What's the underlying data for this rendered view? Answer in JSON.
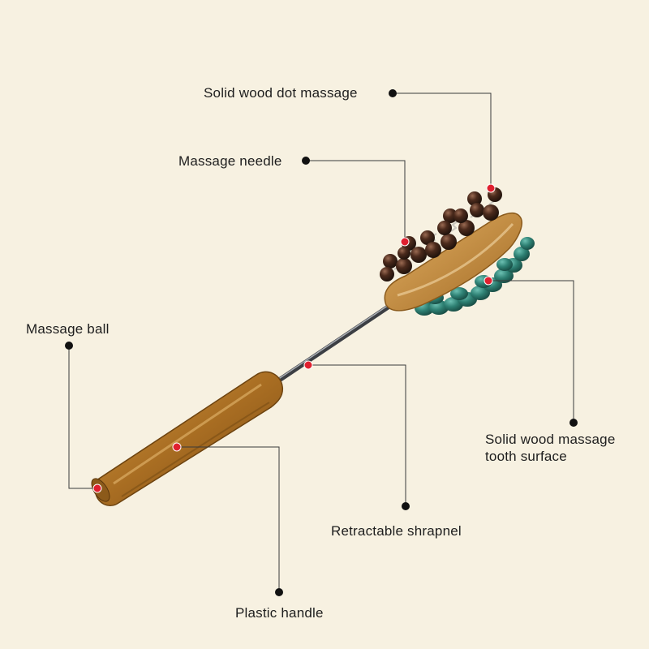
{
  "labels": {
    "dot_massage": "Solid wood dot massage",
    "massage_needle": "Massage needle",
    "massage_ball": "Massage ball",
    "tooth_surface": "Solid wood massage\ntooth surface",
    "shrapnel": "Retractable shrapnel",
    "handle": "Plastic handle"
  },
  "colors": {
    "background": "#f7f1e1",
    "leader_line": "#3a3a3a",
    "end_dot": "#111111",
    "marker_dot": "#e0202f",
    "wood": "#b07a2e",
    "wood_dark": "#7a4d16",
    "bead": "#4a2a1c",
    "teeth": "#2e7f73",
    "steel": "#4a4d52"
  }
}
